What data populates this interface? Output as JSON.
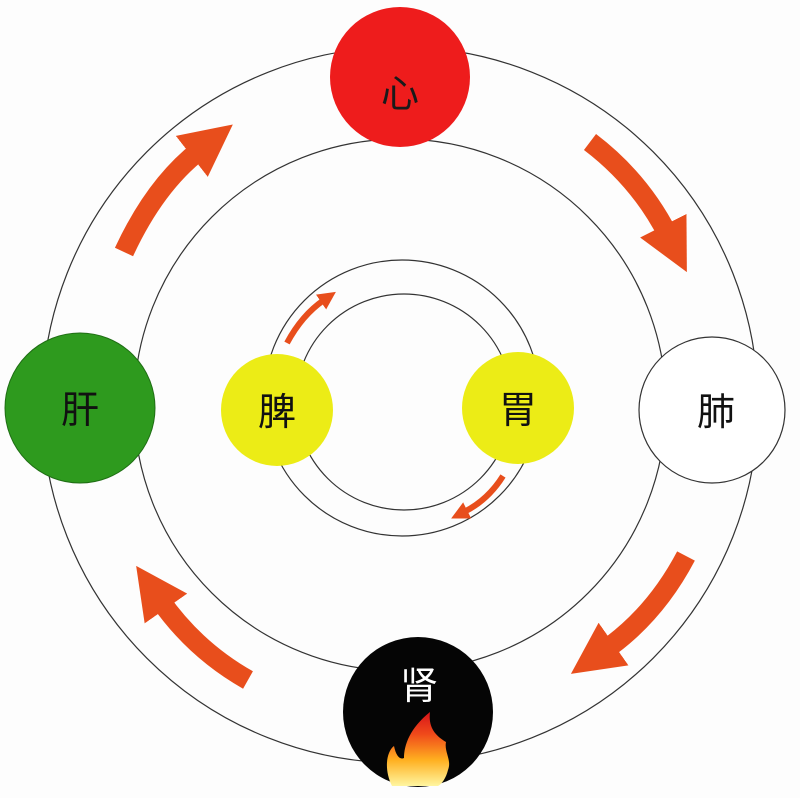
{
  "nodes": {
    "heart": {
      "label": "心",
      "color": "#ee1c1c",
      "text_color": "#1a1a1a"
    },
    "liver": {
      "label": "肝",
      "color": "#2e9a1e",
      "text_color": "#111111"
    },
    "lung": {
      "label": "肺",
      "color": "#ffffff",
      "text_color": "#111111"
    },
    "kidney": {
      "label": "肾",
      "color": "#050505",
      "text_color": "#ffffff"
    },
    "spleen": {
      "label": "脾",
      "color": "#ecec16",
      "text_color": "#111111"
    },
    "stomach": {
      "label": "胃",
      "color": "#ecec16",
      "text_color": "#111111"
    }
  },
  "colors": {
    "arrow": "#e84e1c",
    "ring": "#333333"
  },
  "icons": {
    "kidney_icon": "fire-icon"
  }
}
